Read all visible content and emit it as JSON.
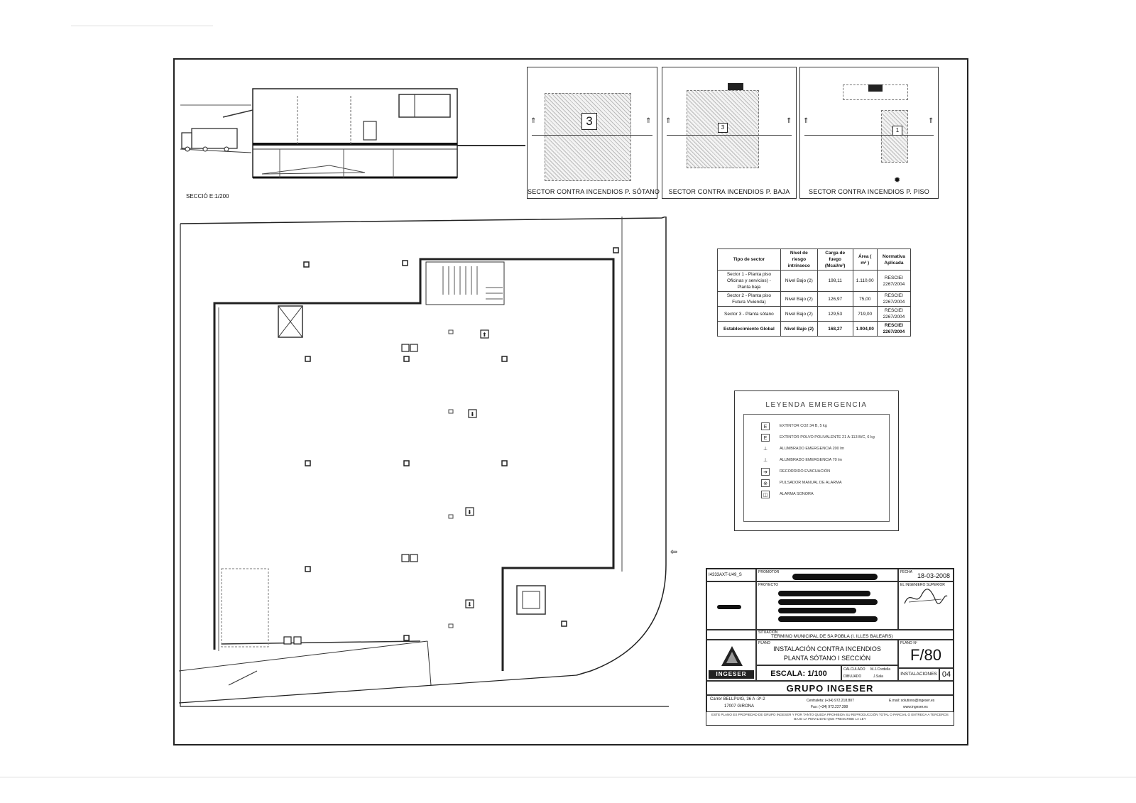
{
  "section": {
    "label": "SECCIÓ E:1/200"
  },
  "sectors": [
    {
      "caption": "SECTOR CONTRA INCENDIOS P. SÓTANO",
      "number": "3"
    },
    {
      "caption": "SECTOR CONTRA INCENDIOS P. BAJA",
      "number": "3"
    },
    {
      "caption": "SECTOR CONTRA INCENDIOS P. PISO",
      "number": "1"
    }
  ],
  "risk_table": {
    "headers": [
      "Tipo de sector",
      "Nivel de riesgo intrínseco",
      "Carga de fuego (Mcal/m²)",
      "Área ( m² )",
      "Normativa Aplicada"
    ],
    "rows": [
      [
        "Sector 1 - Planta piso Oficinas y servicios) - Planta baja",
        "Nivel Bajo (2)",
        "198,11",
        "1.110,00",
        "RESCIEI 2267/2004"
      ],
      [
        "Sector 2 - Planta piso Futura Vivienda)",
        "Nivel Bajo (2)",
        "126,97",
        "75,00",
        "RESCIEI 2267/2004"
      ],
      [
        "Sector 3 - Planta sótano",
        "Nivel Bajo (2)",
        "129,53",
        "719,00",
        "RESCIEI 2267/2004"
      ],
      [
        "Establecimiento Global",
        "Nivel Bajo (2)",
        "168,27",
        "1.904,00",
        "RESCIEI 2267/2004"
      ]
    ]
  },
  "legend": {
    "title": "LEYENDA EMERGENCIA",
    "items": [
      {
        "symbol": "E",
        "label": "EXTINTOR CO2 34 B, 5 kg"
      },
      {
        "symbol": "E",
        "label": "EXTINTOR POLVO POLIVALENTE 21 A-113 B/C, 6 kg"
      },
      {
        "symbol": "⊥",
        "label": "ALUMBRADO EMERGENCIA 200 lm"
      },
      {
        "symbol": "⊥",
        "label": "ALUMBRADO EMERGENCIA 70 lm"
      },
      {
        "symbol": "➔",
        "label": "RECORRIDO EVACUACIÓN"
      },
      {
        "symbol": "⊗",
        "label": "PULSADOR MANUAL DE ALARMA"
      },
      {
        "symbol": "◫",
        "label": "ALARMA SONORA"
      }
    ]
  },
  "titleblock": {
    "ref": "I4333AXT-U49_S",
    "promotor_label": "PROMOTOR",
    "proyecto_label": "PROYECTO",
    "fecha_label": "FECHA",
    "fecha": "18-03-2008",
    "ingeniero_label": "EL INGENIERO SUPERIOR",
    "situacion_label": "SITUACIÓN",
    "situacion": "TERMINO MUNICIPAL DE SA POBLA (I. ILLES BALEARS)",
    "plano_label": "PLANO",
    "plano_line1": "INSTALACIÓN CONTRA INCENDIOS",
    "plano_line2": "PLANTA SÓTANO I SECCIÓN",
    "numero_label": "PLANO Nº",
    "numero": "F/80",
    "escala": "ESCALA: 1/100",
    "calculado_label": "CALCULADO",
    "calculado": "M.J.Cordella",
    "dibujado_label": "DIBUJADO",
    "dibujado": "J.Sala",
    "seccion": "INSTALACIONES",
    "hoja": "04",
    "company": "GRUPO INGESER",
    "logo": "INGESER",
    "address1": "Carrer BELLPUIG, 36 A -3º-2",
    "address2": "17007 GIRONA",
    "phone": "Centraleta: (+34) 972.218.807",
    "fax": "Fax: (+34) 972.227.398",
    "email": "E.mail: solutions@ingeser.es",
    "web": "www.ingeser.es",
    "footer": "ESTE PLANO ES PROPIEDAD DE GRUPO INGESER Y POR TANTO QUEDA PROHIBIDA SU REPRODUCCIÓN TOTAL O PARCIAL O ENTREGA A TERCEROS BAJO LA PENALIDAD QUE PRESCRIBE LA LEY"
  },
  "colors": {
    "ink": "#111111",
    "paper": "#ffffff",
    "hatch": "#bbbbbb"
  }
}
